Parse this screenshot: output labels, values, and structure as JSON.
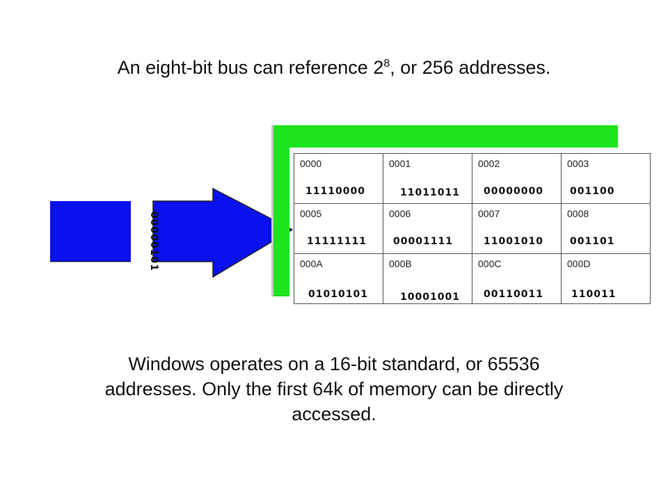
{
  "title": {
    "text_before": "An eight-bit bus can reference 2",
    "exponent": "8",
    "text_after": ", or 256 addresses."
  },
  "bus": {
    "code": "00000101",
    "color": "#0a10ee"
  },
  "memory": {
    "frame_color": "#1ee41e",
    "cells": [
      {
        "address": "0000",
        "value": "11110000"
      },
      {
        "address": "0001",
        "value": "11011011"
      },
      {
        "address": "0002",
        "value": "00000000"
      },
      {
        "address": "0003",
        "value": "001100"
      },
      {
        "address": "0005",
        "value": "11111111"
      },
      {
        "address": "0006",
        "value": "00001111"
      },
      {
        "address": "0007",
        "value": "11001010"
      },
      {
        "address": "0008",
        "value": "001101"
      },
      {
        "address": "000A",
        "value": "01010101"
      },
      {
        "address": "000B",
        "value": "10001001"
      },
      {
        "address": "000C",
        "value": "00110011"
      },
      {
        "address": "000D",
        "value": "110011"
      }
    ]
  },
  "caption": {
    "line1": "Windows operates on a 16-bit standard, or 65536",
    "line2": "addresses.  Only the first 64k of memory can be directly",
    "line3": "accessed."
  }
}
